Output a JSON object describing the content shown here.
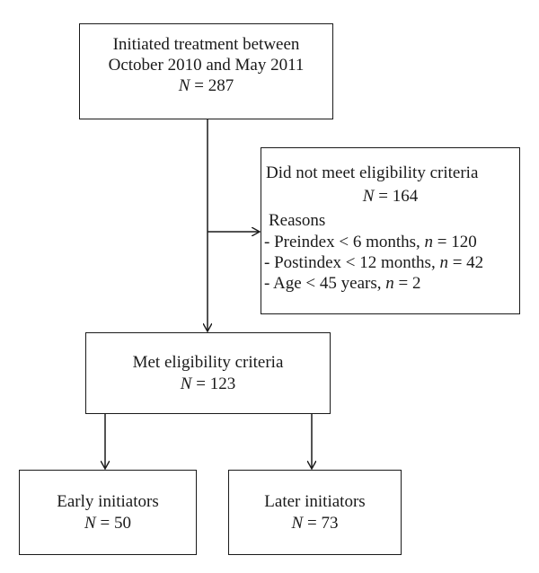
{
  "boxes": {
    "initiated": {
      "line1": "Initiated treatment between",
      "line2": "October 2010 and May 2011",
      "count_label": "N",
      "count": "= 287"
    },
    "excluded": {
      "line1": "Did not meet eligibility criteria",
      "count_label": "N",
      "count": "= 164",
      "reasons_title": "Reasons",
      "reasons": [
        {
          "text": "- Preindex < 6 months, ",
          "n_label": "n",
          "n_value": "= 120"
        },
        {
          "text": "- Postindex < 12 months, ",
          "n_label": "n",
          "n_value": "= 42"
        },
        {
          "text": "- Age < 45 years, ",
          "n_label": "n",
          "n_value": "= 2"
        }
      ]
    },
    "eligible": {
      "line1": "Met eligibility criteria",
      "count_label": "N",
      "count": "= 123"
    },
    "early": {
      "line1": "Early initiators",
      "count_label": "N",
      "count": "= 50"
    },
    "later": {
      "line1": "Later initiators",
      "count_label": "N",
      "count": "= 73"
    }
  }
}
